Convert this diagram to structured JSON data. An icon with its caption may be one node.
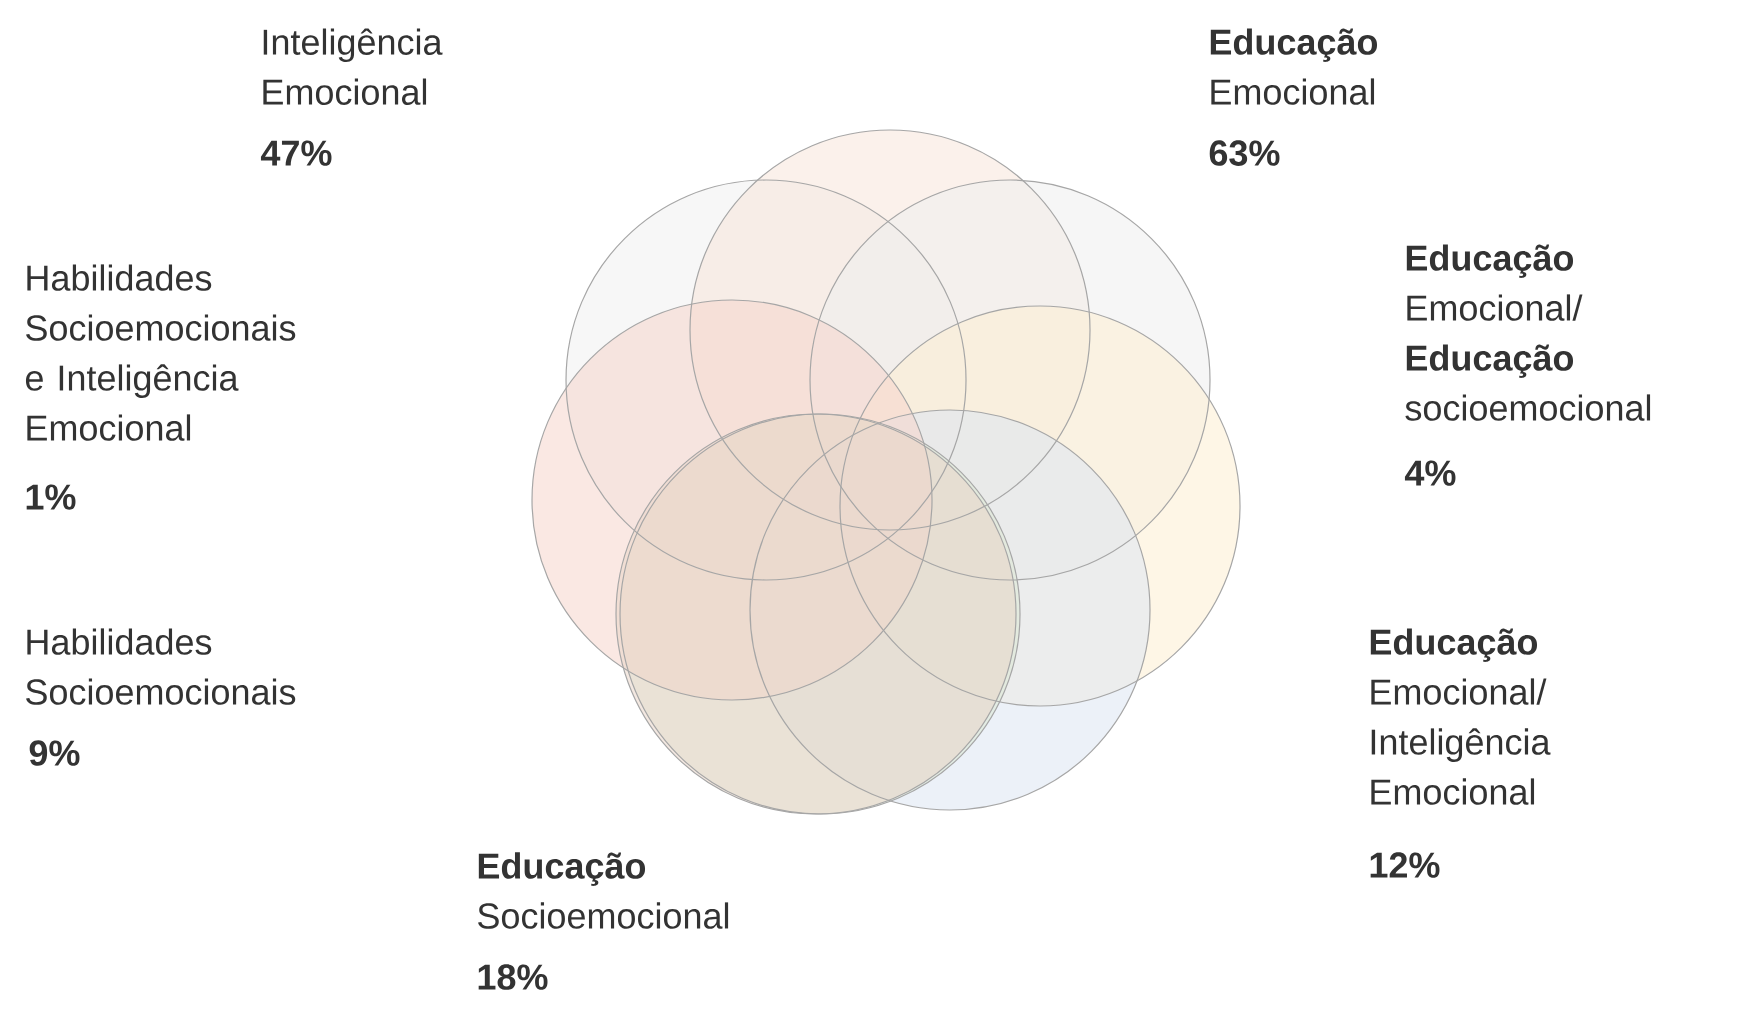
{
  "diagram": {
    "labels": [
      "Inteligência Emocional",
      "47%",
      "**Educação** Emocional",
      "63%",
      "Habilidades Socioemocionais e Inteligência Emocional",
      "1%",
      "**Educação** Emocional/ **Educação** socioemocional",
      "4%",
      "Habilidades Socioemocionais",
      "9%",
      "**Educação** Emocional/ Inteligência Emocional",
      "12%",
      "**Educação** Socioemocional",
      "18%"
    ]
  }
}
